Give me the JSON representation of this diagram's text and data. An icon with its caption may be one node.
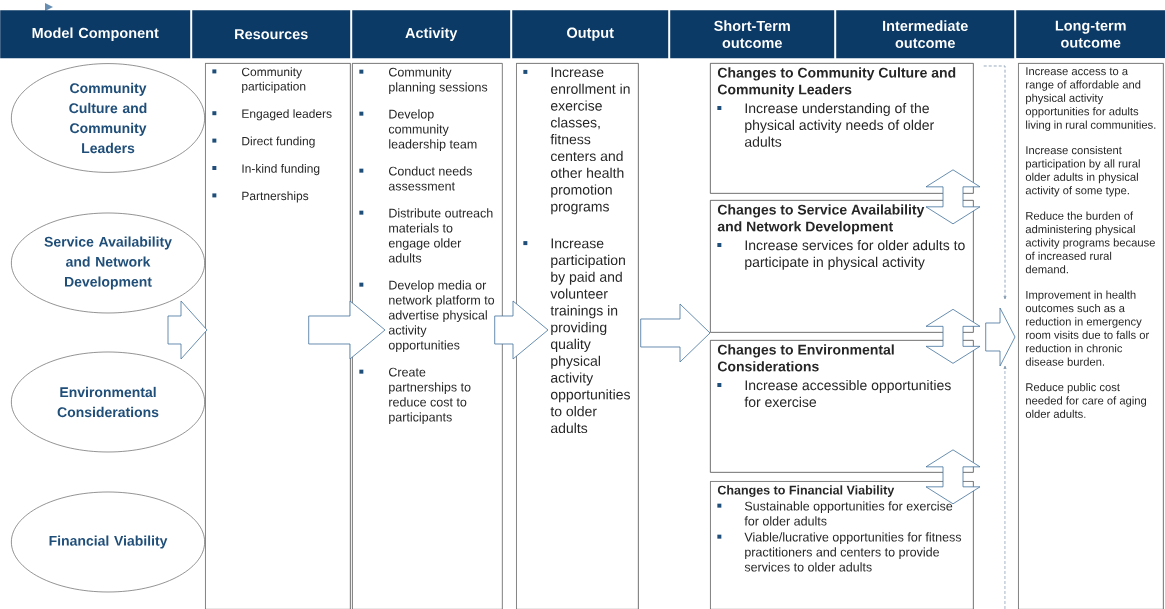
{
  "diagram": {
    "nodes": [
      {
        "text": [
          "Model Component"
        ]
      },
      {
        "text": [
          "Resources"
        ]
      },
      {
        "text": [
          "Activity"
        ]
      },
      {
        "text": [
          "Output"
        ]
      },
      {
        "text": [
          "Short-Term outcome"
        ]
      },
      {
        "text": [
          "Intermediate outcome"
        ]
      },
      {
        "text": [
          "Long-term outcome"
        ]
      },
      {
        "text": [
          "Community Culture and Community Leaders"
        ]
      },
      {
        "text": [
          "Service Availability and Network Development"
        ]
      },
      {
        "text": [
          "Environmental Considerations"
        ]
      },
      {
        "text": [
          "Financial Viability"
        ]
      },
      {
        "text": [
          "Community participation",
          "Engaged leaders",
          "Direct funding",
          "In-kind funding",
          "Partnerships"
        ]
      },
      {
        "text": [
          "Community planning sessions",
          "Develop community leadership team",
          "Conduct needs assessment",
          "Distribute outreach materials to engage older adults",
          "Develop media or network platform to advertise physical activity opportunities",
          "Create partnerships to reduce cost to participants"
        ]
      },
      {
        "text": [
          "Increase enrollment in exercise classes, fitness centers and other health promotion programs",
          "Increase participation by paid and volunteer trainings in providing quality physical activity opportunities to older adults"
        ]
      },
      {
        "text": [
          "Changes to Community Culture and Community Leaders",
          "Increase understanding of the physical activity needs of older adults"
        ]
      },
      {
        "text": [
          "Changes to Service Availability and Network Development",
          "Increase services for older adults to participate in physical activity"
        ]
      },
      {
        "text": [
          "Changes to Environmental Considerations",
          "Increase accessible opportunities for exercise"
        ]
      },
      {
        "text": [
          "Changes to Financial Viability",
          "Sustainable opportunities for exercise for older adults",
          "Viable/lucrative opportunities for fitness practitioners and centers to provide services to older adults"
        ]
      },
      {
        "text": [
          "Increase access to a range of affordable and physical activity opportunities for adults living in rural communities.",
          "Increase consistent participation by all rural older adults in physical activity of some type.",
          "Reduce the burden of administering physical activity programs because of increased rural demand.",
          "Improvement in health outcomes such as a reduction in emergency room visits due to falls or reduction in chronic disease burden.",
          "Reduce public cost needed for care of aging older adults."
        ]
      }
    ],
    "edges": [
      {
        "from": null,
        "to": 11,
        "arrow": "to"
      },
      {
        "from": 11,
        "to": 12,
        "arrow": "to"
      },
      {
        "from": 12,
        "to": 13,
        "arrow": "to"
      },
      {
        "from": 13,
        "to": 16,
        "arrow": "to"
      },
      {
        "from": 16,
        "to": 18,
        "arrow": "to"
      },
      {
        "from": 14,
        "to": 15,
        "arrow": "both"
      },
      {
        "from": 15,
        "to": 16,
        "arrow": "both"
      },
      {
        "from": 16,
        "to": 17,
        "arrow": "both"
      },
      {
        "from": 14,
        "to": 18,
        "arrow": "to",
        "style": "dashed"
      },
      {
        "from": null,
        "to": 18,
        "arrow": "to",
        "style": "dashed"
      }
    ]
  }
}
